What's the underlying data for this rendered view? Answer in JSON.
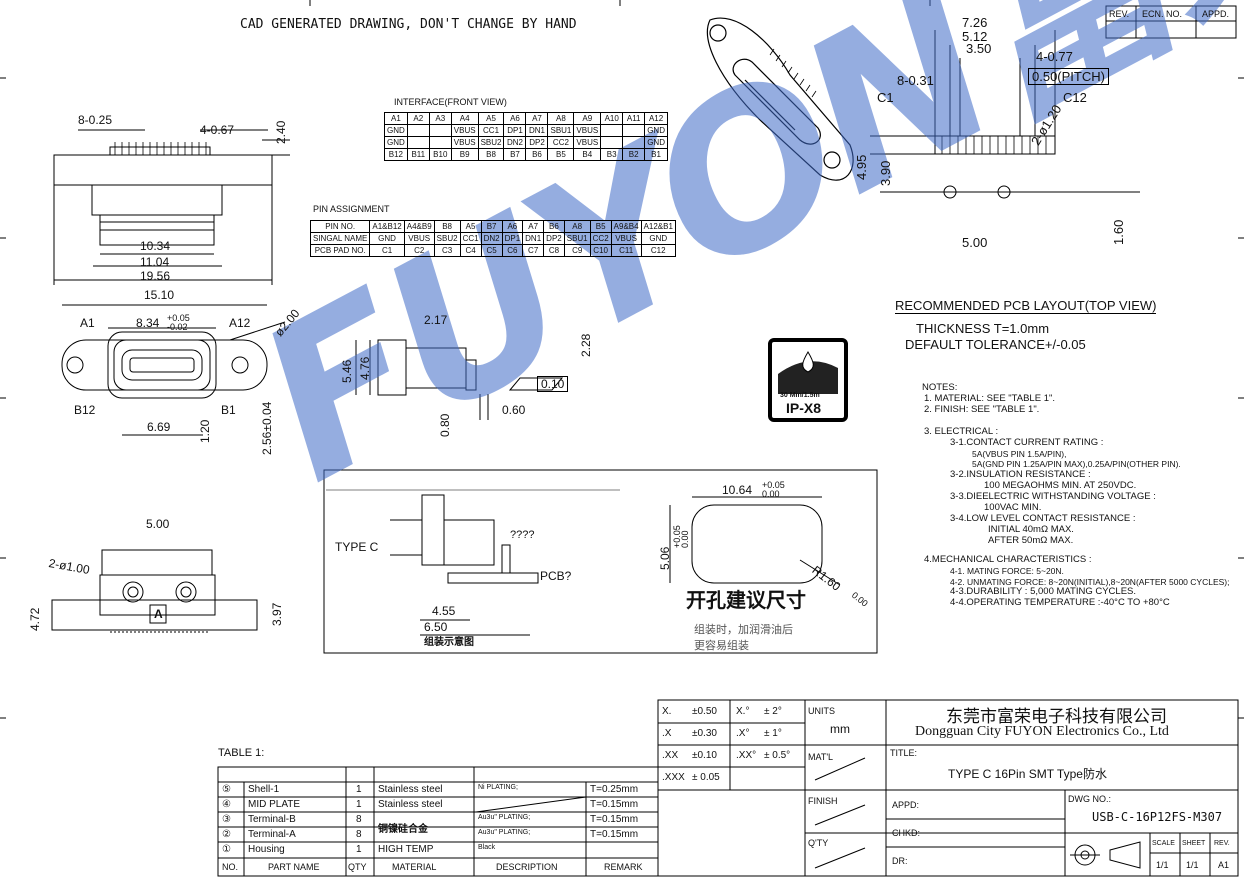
{
  "header": {
    "cad_note": "CAD GENERATED DRAWING, DON'T CHANGE BY HAND",
    "rev_labels": [
      "REV.",
      "ECN. NO.",
      "APPD."
    ]
  },
  "interface_table": {
    "title": "INTERFACE(FRONT VIEW)",
    "rows": [
      [
        "A1",
        "A2",
        "A3",
        "A4",
        "A5",
        "A6",
        "A7",
        "A8",
        "A9",
        "A10",
        "A11",
        "A12"
      ],
      [
        "GND",
        "",
        "",
        "VBUS",
        "CC1",
        "DP1",
        "DN1",
        "SBU1",
        "VBUS",
        "",
        "",
        "GND"
      ],
      [
        "GND",
        "",
        "",
        "VBUS",
        "SBU2",
        "DN2",
        "DP2",
        "CC2",
        "VBUS",
        "",
        "",
        "GND"
      ],
      [
        "B12",
        "B11",
        "B10",
        "B9",
        "B8",
        "B7",
        "B6",
        "B5",
        "B4",
        "B3",
        "B2",
        "B1"
      ]
    ]
  },
  "pin_table": {
    "title": "PIN ASSIGNMENT",
    "rows": [
      [
        "PIN NO.",
        "A1&B12",
        "A4&B9",
        "B8",
        "A5",
        "B7",
        "A6",
        "A7",
        "B6",
        "A8",
        "B5",
        "A9&B4",
        "A12&B1"
      ],
      [
        "SINGAL NAME",
        "GND",
        "VBUS",
        "SBU2",
        "CC1",
        "DN2",
        "DP1",
        "DN1",
        "DP2",
        "SBU1",
        "CC2",
        "VBUS",
        "GND"
      ],
      [
        "PCB PAD NO.",
        "C1",
        "C2",
        "C3",
        "C4",
        "C5",
        "C6",
        "C7",
        "C8",
        "C9",
        "C10",
        "C11",
        "C12"
      ]
    ]
  },
  "dims": {
    "d_8_025": "8-0.25",
    "d_4_067": "4-0.67",
    "d_240": "2.40",
    "d_1034": "10.34",
    "d_1104": "11.04",
    "d_1956": "19.56",
    "d_1510": "15.10",
    "d_834": "8.34",
    "d_834_tol_up": "+0.05",
    "d_834_tol_dn": "-0.02",
    "a1": "A1",
    "a12": "A12",
    "b12": "B12",
    "b1": "B1",
    "d_phi200": "ø2.00",
    "d_669": "6.69",
    "d_120": "1.20",
    "d_256": "2.56±0.04",
    "d_217": "2.17",
    "d_546": "5.46",
    "d_476": "4.76",
    "d_228": "2.28",
    "d_010": "0.10",
    "d_060": "0.60",
    "d_080": "0.80",
    "d_500a": "5.00",
    "d_2phi100": "2-ø1.00",
    "d_472": "4.72",
    "d_397": "3.97",
    "a_mark": "A",
    "d_726": "7.26",
    "d_512": "5.12",
    "d_350": "3.50",
    "d_4_077": "4-0.77",
    "d_pitch": "0.50(PITCH)",
    "d_8_031": "8-0.31",
    "c1": "C1",
    "c12": "C12",
    "d_2phi120": "2-ø1.20",
    "d_495": "4.95",
    "d_390": "3.90",
    "d_500b": "5.00",
    "d_160": "1.60"
  },
  "assembly": {
    "type_c": "TYPE C",
    "pcb": "PCB?",
    "unknown": "????",
    "d_455": "4.55",
    "d_650": "6.50",
    "caption": "组装示意图"
  },
  "cutout": {
    "d_1064": "10.64",
    "d_1064_up": "+0.05",
    "d_1064_dn": "0.00",
    "d_506": "5.06",
    "d_506_up": "+0.05",
    "d_506_dn": "0.00",
    "d_r160": "R1.60",
    "d_r160_tol": "0.00",
    "title": "开孔建议尺寸",
    "note_1": "组装时，加润滑油后",
    "note_2": "更容易组装"
  },
  "badge": {
    "rating": "30 Min/1.5m",
    "label": "IP-X8"
  },
  "pcb_layout": {
    "title": "RECOMMENDED PCB LAYOUT(TOP VIEW)",
    "thickness": "THICKNESS  T=1.0mm",
    "tolerance": "DEFAULT  TOLERANCE+/-0.05"
  },
  "notes": {
    "title": "NOTES:",
    "lines": [
      "1. MATERIAL: SEE \"TABLE 1\".",
      "2. FINISH: SEE \"TABLE 1\".",
      "3. ELECTRICAL :",
      "3-1.CONTACT CURRENT RATING :",
      "5A(VBUS PIN 1.5A/PIN),",
      "5A(GND PIN 1.25A/PIN MAX),0.25A/PIN(OTHER PIN).",
      "3-2.INSULATION RESISTANCE :",
      "100 MEGAOHMS MIN. AT 250VDC.",
      "3-3.DIEELECTRIC WITHSTANDING VOLTAGE :",
      "100VAC MIN.",
      "3-4.LOW LEVEL CONTACT RESISTANCE :",
      "INITIAL 40mΩ MAX.",
      "AFTER 50mΩ MAX.",
      "4.MECHANICAL CHARACTERISTICS :",
      "4-1. MATING FORCE: 5~20N.",
      "4-2. UNMATING FORCE: 8~20N(INITIAL),8~20N(AFTER 5000 CYCLES);",
      "4-3.DURABILITY : 5,000 MATING CYCLES.",
      "4-4.OPERATING TEMPERATURE :-40°C TO +80°C"
    ]
  },
  "watermark": "FUYON富荣",
  "table1": {
    "title": "TABLE 1:",
    "rows": [
      {
        "no": "⑤",
        "part": "Shell-1",
        "qty": "1",
        "material": "Stainless steel",
        "desc": "Ni PLATING;",
        "remark": "T=0.25mm"
      },
      {
        "no": "④",
        "part": "MID PLATE",
        "qty": "1",
        "material": "Stainless steel",
        "desc": "",
        "remark": "T=0.15mm"
      },
      {
        "no": "③",
        "part": "Terminal-B",
        "qty": "8",
        "material": "铜镍硅合金",
        "desc": "Au3u\" PLATING;",
        "remark": "T=0.15mm"
      },
      {
        "no": "②",
        "part": "Terminal-A",
        "qty": "8",
        "material": "",
        "desc": "Au3u\" PLATING;",
        "remark": "T=0.15mm"
      },
      {
        "no": "①",
        "part": "Housing",
        "qty": "1",
        "material": "HIGH TEMP",
        "desc": "Black",
        "remark": ""
      }
    ],
    "headers": [
      "NO.",
      "PART NAME",
      "QTY",
      "MATERIAL",
      "DESCRIPTION",
      "REMARK"
    ]
  },
  "title_block": {
    "tol": [
      [
        "X.",
        "±0.50",
        "X.°",
        "± 2°"
      ],
      [
        ".X",
        "±0.30",
        ".X°",
        "± 1°"
      ],
      [
        ".XX",
        "±0.10",
        ".XX°",
        "± 0.5°"
      ],
      [
        ".XXX",
        "± 0.05",
        "",
        ""
      ]
    ],
    "units_label": "UNITS",
    "units_value": "mm",
    "matl": "MAT'L",
    "finish": "FINISH",
    "qty": "Q'TY",
    "company_cn": "东莞市富荣电子科技有限公司",
    "company_en": "Dongguan City FUYON Electronics Co., Ltd",
    "title_label": "TITLE:",
    "title_value": "TYPE C 16Pin   SMT Type防水",
    "appd": "APPD:",
    "chkd": "CHKD:",
    "dr": "DR:",
    "dwg_label": "DWG NO.:",
    "dwg_value": "USB-C-16P12FS-M307",
    "scale_label": "SCALE",
    "scale_value": "1/1",
    "sheet_label": "SHEET",
    "sheet_value": "1/1",
    "rev_label": "REV.",
    "rev_value": "A1"
  }
}
